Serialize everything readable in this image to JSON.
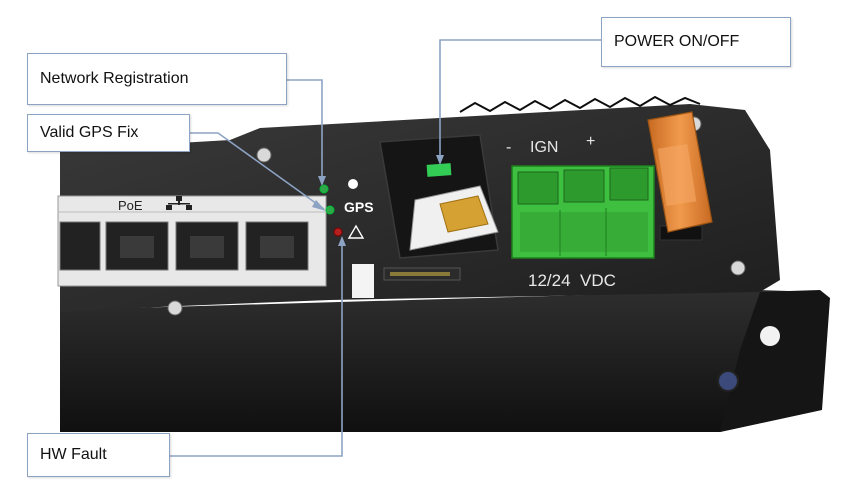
{
  "callouts": {
    "network_registration": "Network Registration",
    "valid_gps_fix": "Valid GPS Fix",
    "hw_fault": "HW Fault",
    "power_on_off": "POWER ON/OFF"
  },
  "device_labels": {
    "poe": "PoE",
    "gps": "GPS",
    "ign": "IGN",
    "minus": "-",
    "plus": "+",
    "voltage": "12/24  VDC"
  },
  "colors": {
    "device_body": "#1c1c1c",
    "device_panel": "#2a2a2a",
    "terminal_green": "#3fbf3f",
    "fuse_orange": "#e88a3a",
    "leader_line": "#8da3c4",
    "led_green": "#2fa84a",
    "led_red": "#b32020"
  }
}
